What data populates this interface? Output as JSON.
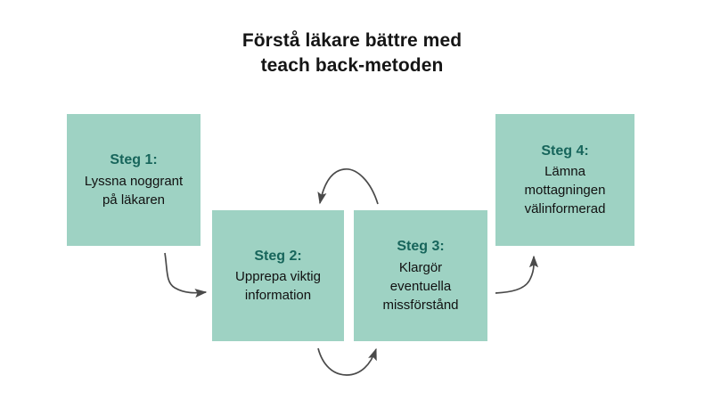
{
  "title": {
    "line1": "Förstå läkare bättre med",
    "line2": "teach back-metoden"
  },
  "colors": {
    "box_fill": "#9ed2c3",
    "heading_text": "#17655b",
    "body_text": "#111111",
    "title_text": "#151515",
    "arrow": "#4a4a4a",
    "background": "#ffffff"
  },
  "steps": [
    {
      "heading": "Steg 1:",
      "body_lines": [
        "Lyssna noggrant",
        "på läkaren"
      ]
    },
    {
      "heading": "Steg 2:",
      "body_lines": [
        "Upprepa viktig",
        "information"
      ]
    },
    {
      "heading": "Steg 3:",
      "body_lines": [
        "Klargör",
        "eventuella",
        "missförstånd"
      ]
    },
    {
      "heading": "Steg 4:",
      "body_lines": [
        "Lämna",
        "mottagningen",
        "välinformerad"
      ]
    }
  ],
  "arrows": [
    {
      "name": "arrow-step1-to-step2",
      "from": "Steg 1:",
      "to": "Steg 2:"
    },
    {
      "name": "arrow-step2-to-step3",
      "from": "Steg 2:",
      "to": "Steg 3:"
    },
    {
      "name": "arrow-step3-to-step2",
      "from": "Steg 3:",
      "to": "Steg 2:"
    },
    {
      "name": "arrow-step3-to-step4",
      "from": "Steg 3:",
      "to": "Steg 4:"
    }
  ]
}
